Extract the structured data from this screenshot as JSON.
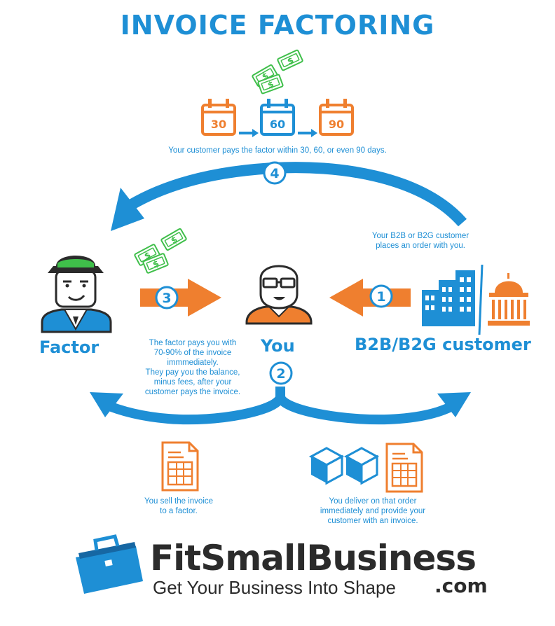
{
  "title": "INVOICE FACTORING",
  "calendars": [
    {
      "label": "30",
      "color": "#ef7f2f"
    },
    {
      "label": "60",
      "color": "#1e8fd5"
    },
    {
      "label": "90",
      "color": "#ef7f2f"
    }
  ],
  "steps": {
    "step1": "1",
    "step2": "2",
    "step3": "3",
    "step4": "4"
  },
  "texts": {
    "customer_pays": "Your customer pays the factor within 30, 60, or even 90 days.",
    "order_line1": "Your B2B or B2G customer",
    "order_line2": "places an order with you.",
    "factor_pays_1": "The factor pays you with",
    "factor_pays_2": "70-90% of the invoice",
    "factor_pays_3": "immmediately.",
    "factor_pays_4": "They pay you the balance,",
    "factor_pays_5": "minus fees, after your",
    "factor_pays_6": "customer pays the invoice.",
    "sell_1": "You sell the invoice",
    "sell_2": "to a factor.",
    "deliver_1": "You deliver on that order",
    "deliver_2": "immediately and provide your",
    "deliver_3": "customer with an invoice."
  },
  "labels": {
    "factor": "Factor",
    "you": "You",
    "customer": "B2B/B2G customer"
  },
  "brand": {
    "name": "FitSmallBusiness",
    "dotcom": ".com",
    "tagline": "Get Your Business Into Shape"
  },
  "colors": {
    "blue": "#1e8fd5",
    "orange": "#ef7f2f",
    "green": "#3fbf4a",
    "dark": "#2b2b2b"
  }
}
